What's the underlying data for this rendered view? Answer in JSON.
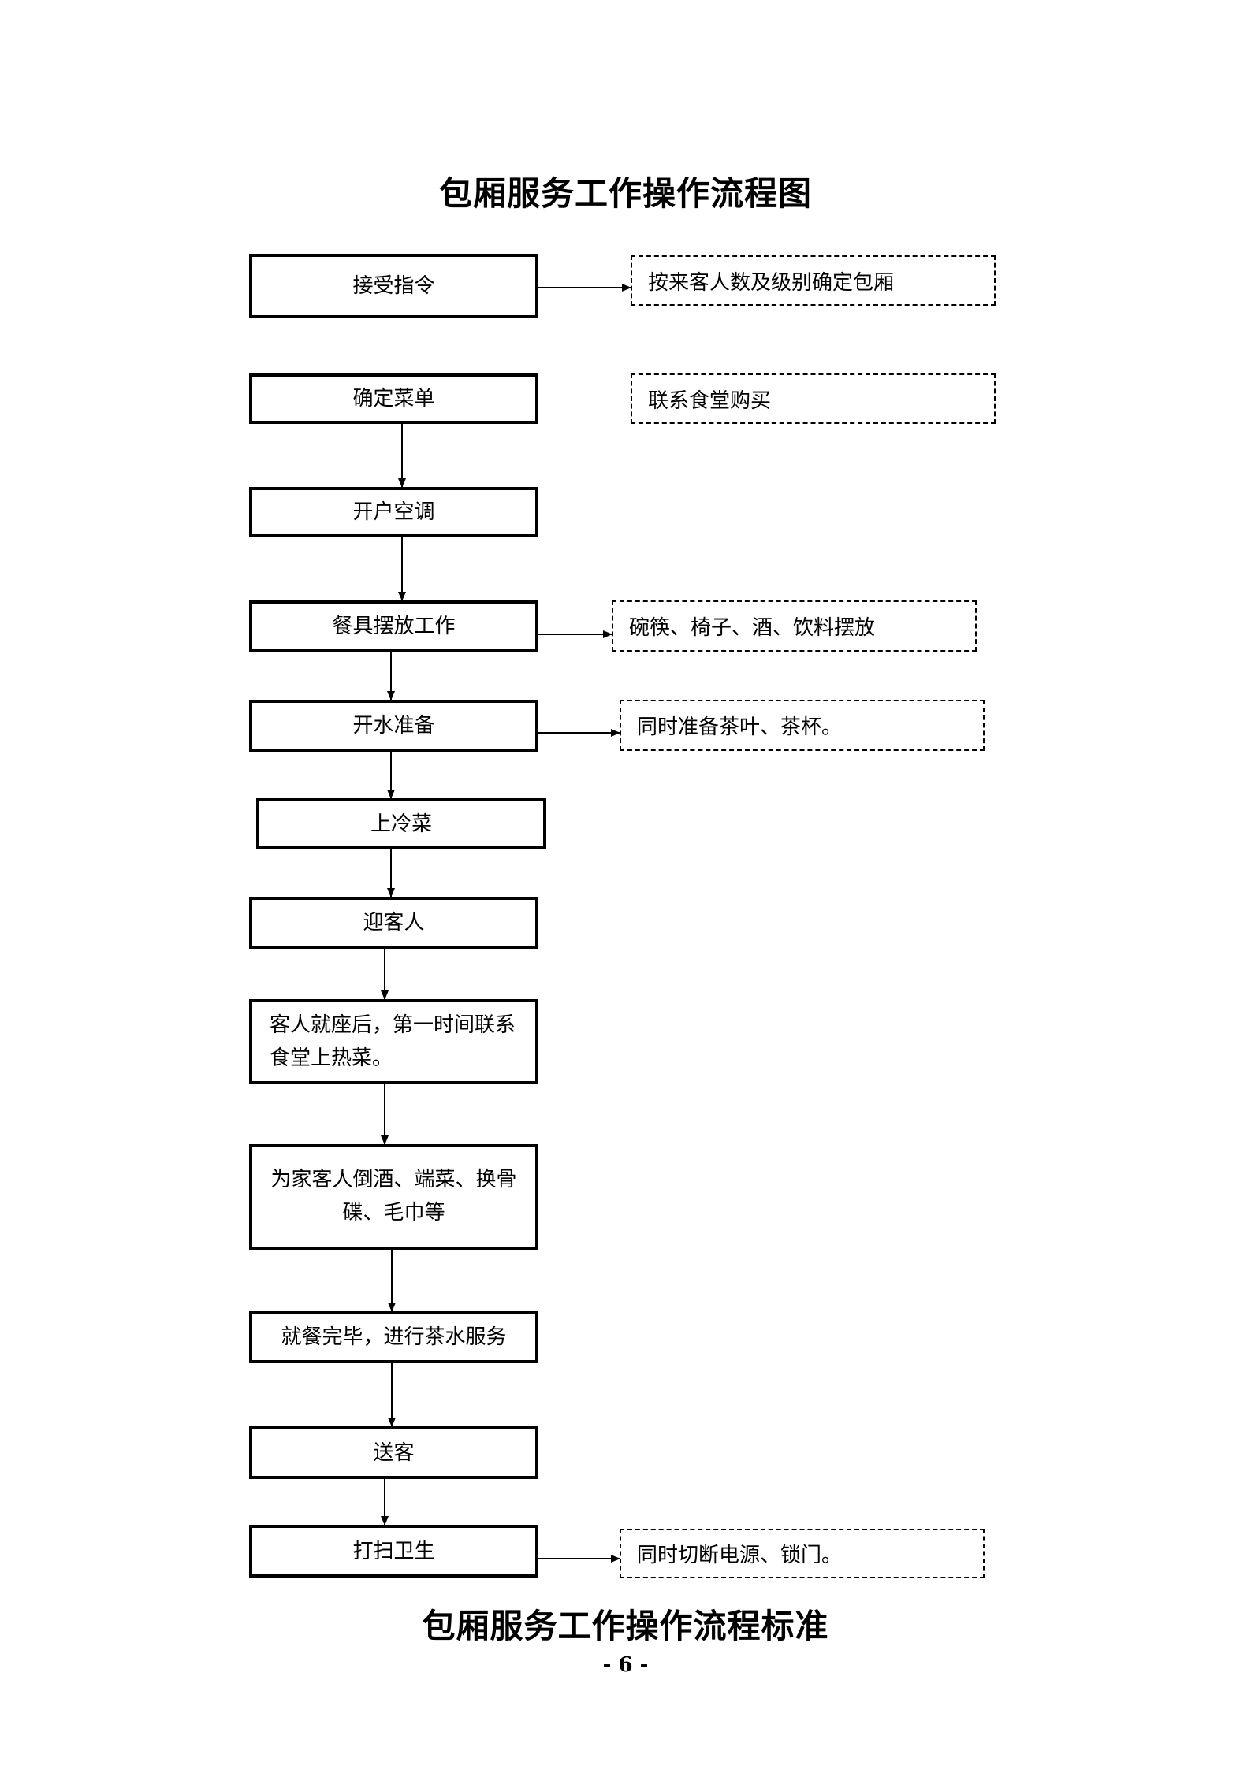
{
  "title": "包厢服务工作操作流程图",
  "footer_title": "包厢服务工作操作流程标准",
  "page_number": "- 6 -",
  "steps": [
    "接受指令",
    "确定菜单",
    "开户空调",
    "餐具摆放工作",
    "开水准备",
    "上冷菜",
    "迎客人",
    "客人就座后，第一时间联系食堂上热菜。",
    "为家客人倒酒、端菜、换骨碟、毛巾等",
    "就餐完毕，进行茶水服务",
    "送客",
    "打扫卫生"
  ],
  "notes": [
    "按来客人数及级别确定包厢",
    "联系食堂购买",
    "碗筷、椅子、酒、饮料摆放",
    "同时准备茶叶、茶杯。",
    "同时切断电源、锁门。"
  ]
}
